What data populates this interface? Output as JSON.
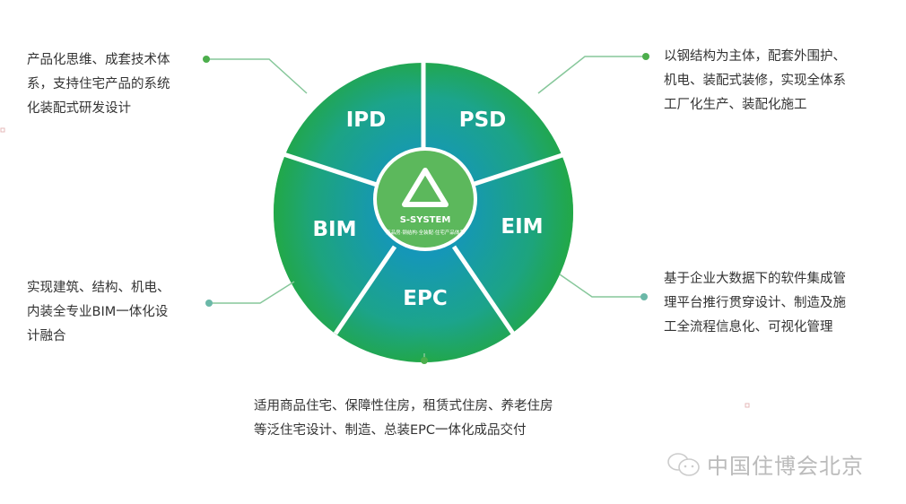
{
  "segments": [
    {
      "label": "IPD"
    },
    {
      "label": "PSD"
    },
    {
      "label": "EIM"
    },
    {
      "label": "EPC"
    },
    {
      "label": "BIM"
    }
  ],
  "center": {
    "title": "S-SYSTEM",
    "subtitle": "商品房·钢结构·全装配·住宅产品体系"
  },
  "descriptions": {
    "ipd": [
      "产品化思维、成套技术体",
      "系，支持住宅产品的系统",
      "化装配式研发设计"
    ],
    "psd": [
      "以钢结构为主体，配套外围护、",
      "机电、装配式装修，实现全体系",
      "工厂化生产、装配化施工"
    ],
    "bim": [
      "实现建筑、结构、机电、",
      "内装全专业BIM一体化设",
      "计融合"
    ],
    "eim": [
      "基于企业大数据下的软件集成管",
      "理平台推行贯穿设计、制造及施",
      "工全流程信息化、可视化管理"
    ],
    "epc": [
      "适用商品住宅、保障性住房，租赁式住房、养老住房",
      "等泛住宅设计、制造、总装EPC一体化成品交付"
    ]
  },
  "watermark": "中国住博会北京",
  "colors": {
    "green": "#27a84a",
    "teal": "#1a9db3",
    "center": "#5cb85c",
    "dot": "#4cae4c",
    "line": "#7cc08a"
  }
}
